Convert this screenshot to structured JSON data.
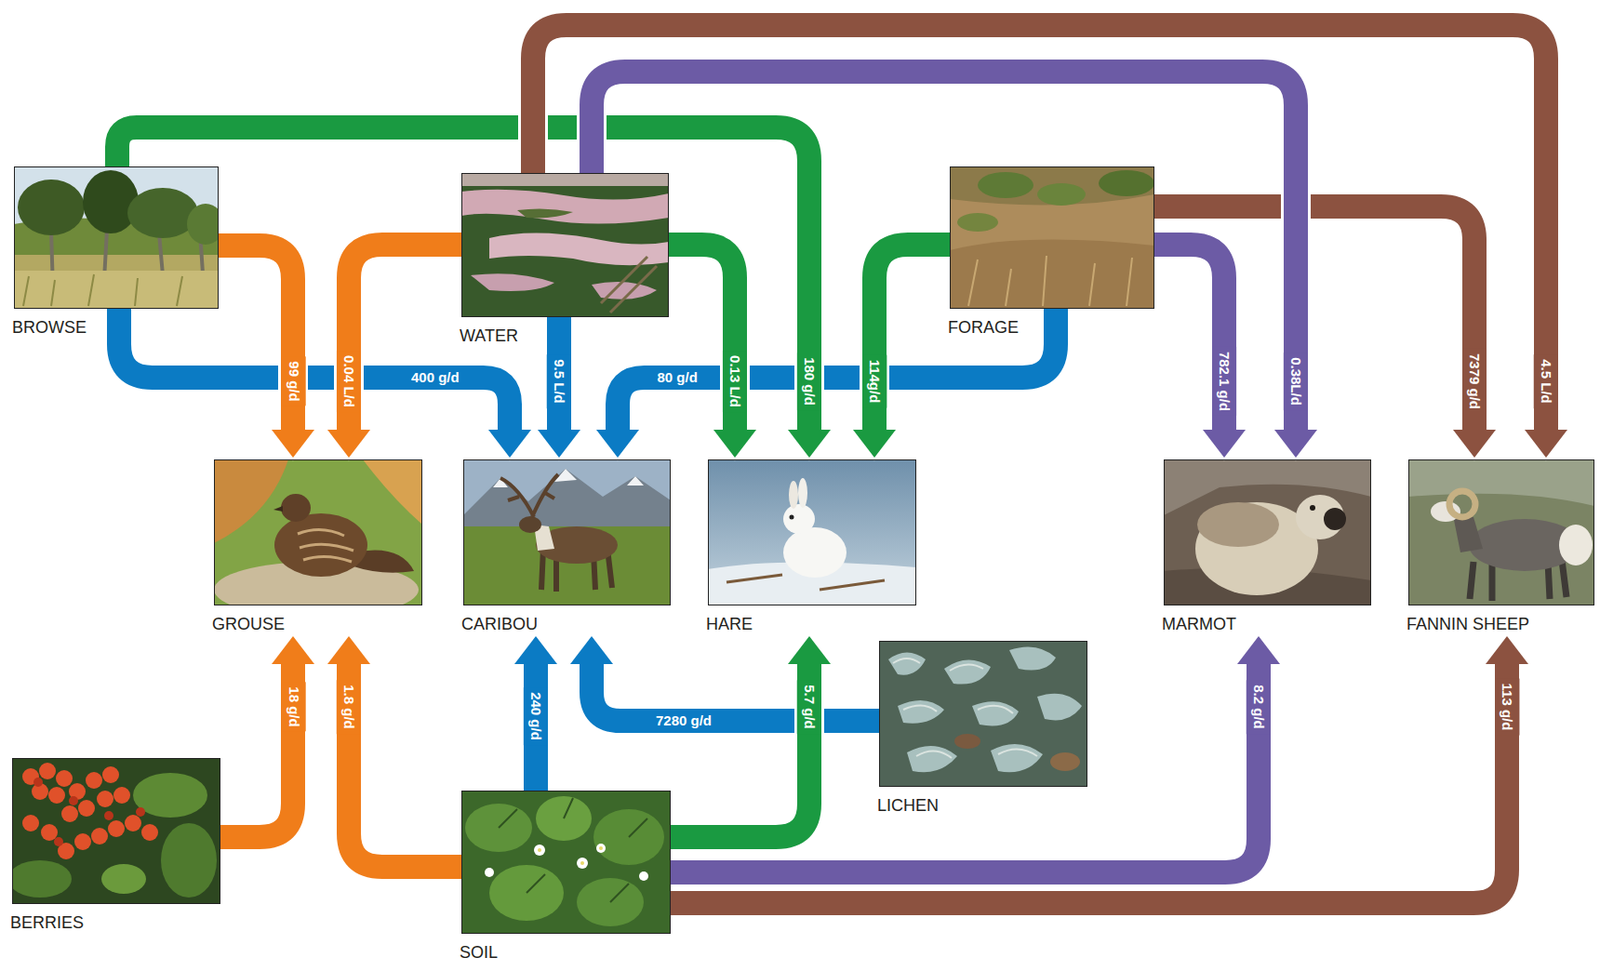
{
  "diagram": {
    "nodes": [
      {
        "text": [
          "BROWSE"
        ]
      },
      {
        "text": [
          "WATER"
        ]
      },
      {
        "text": [
          "FORAGE"
        ]
      },
      {
        "text": [
          "GROUSE"
        ]
      },
      {
        "text": [
          "CARIBOU"
        ]
      },
      {
        "text": [
          "HARE"
        ]
      },
      {
        "text": [
          "MARMOT"
        ]
      },
      {
        "text": [
          "FANNIN SHEEP"
        ]
      },
      {
        "text": [
          "LICHEN"
        ]
      },
      {
        "text": [
          "BERRIES"
        ]
      },
      {
        "text": [
          "SOIL"
        ]
      }
    ],
    "edges": [
      {
        "from": 0,
        "to": 3,
        "label": "99 g/d",
        "arrow": "to"
      },
      {
        "from": 1,
        "to": 3,
        "label": "0.04 L/d",
        "arrow": "to"
      },
      {
        "from": 9,
        "to": 3,
        "label": "18 g/d",
        "arrow": "to"
      },
      {
        "from": 10,
        "to": 3,
        "label": "1.8 g/d",
        "arrow": "to"
      },
      {
        "from": 0,
        "to": 4,
        "label": "400 g/d",
        "arrow": "to"
      },
      {
        "from": 1,
        "to": 4,
        "label": "9.5 L/d",
        "arrow": "to"
      },
      {
        "from": 2,
        "to": 4,
        "label": "80 g/d",
        "arrow": "to"
      },
      {
        "from": 10,
        "to": 4,
        "label": "240 g/d",
        "arrow": "to"
      },
      {
        "from": 8,
        "to": 4,
        "label": "7280 g/d",
        "arrow": "to"
      },
      {
        "from": 0,
        "to": 5,
        "label": "180 g/d",
        "arrow": "to"
      },
      {
        "from": 1,
        "to": 5,
        "label": "0.13 L/d",
        "arrow": "to"
      },
      {
        "from": 2,
        "to": 5,
        "label": "114g/d",
        "arrow": "to"
      },
      {
        "from": 10,
        "to": 5,
        "label": "5.7 g/d",
        "arrow": "to"
      },
      {
        "from": 2,
        "to": 6,
        "label": "782.1 g/d",
        "arrow": "to"
      },
      {
        "from": 1,
        "to": 6,
        "label": "0.38L/d",
        "arrow": "to"
      },
      {
        "from": 10,
        "to": 6,
        "label": "8.2 g/d",
        "arrow": "to"
      },
      {
        "from": 2,
        "to": 7,
        "label": "7379 g/d",
        "arrow": "to"
      },
      {
        "from": 1,
        "to": 7,
        "label": "4.5 L/d",
        "arrow": "to"
      },
      {
        "from": 10,
        "to": 7,
        "label": "113 g/d",
        "arrow": "to"
      }
    ]
  }
}
